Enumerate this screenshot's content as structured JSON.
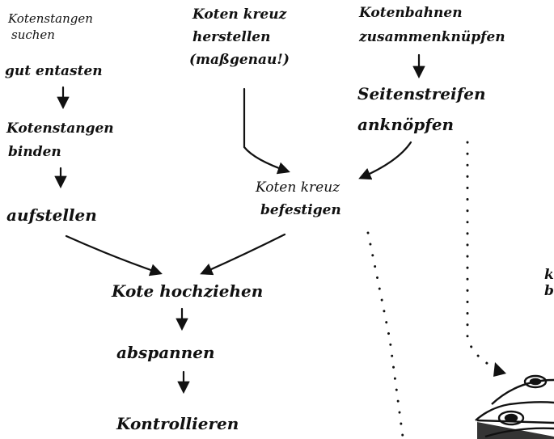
{
  "column_left": {
    "step1_line1": "Kotenstangen",
    "step1_line2": "suchen",
    "step1_line3": "gut entasten",
    "step2_line1": "Kotenstangen",
    "step2_line2": "binden",
    "step3": "aufstellen"
  },
  "column_middle": {
    "step1_line1": "Koten kreuz",
    "step1_line2": "herstellen",
    "step1_line3": "(maßgenau!)",
    "step2_line1": "Koten kreuz",
    "step2_line2": "befestigen"
  },
  "column_right": {
    "step1_line1": "Kotenbahnen",
    "step1_line2": "zusammenknüpfen",
    "step2_line1": "Seitenstreifen",
    "step2_line2": "anknöpfen"
  },
  "column_bottom": {
    "step1": "Kote hochziehen",
    "step2": "abspannen",
    "step3": "Kontrollieren"
  },
  "edge_fragment": {
    "line1": "k",
    "line2": "b"
  },
  "colors": {
    "ink": "#111111",
    "background": "#ffffff"
  }
}
